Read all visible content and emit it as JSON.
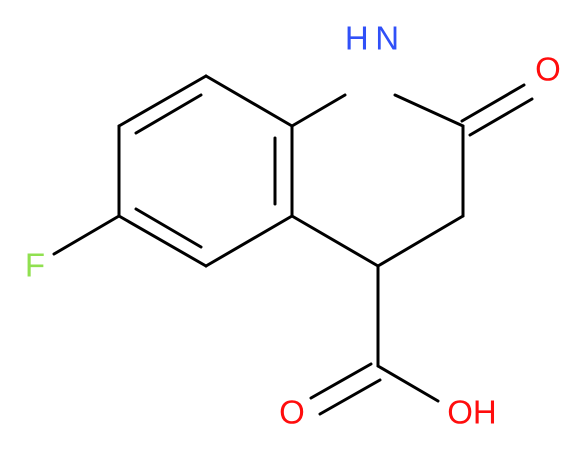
{
  "molecule": {
    "atoms": {
      "nh": {
        "label": "H N",
        "color": "#3050F8"
      },
      "ring_o": {
        "label": "O",
        "color": "#FF0D0D"
      },
      "f": {
        "label": "F",
        "color": "#90E050"
      },
      "acid_o": {
        "label": "O",
        "color": "#FF0D0D"
      },
      "oh": {
        "label": "OH",
        "color": "#FF0D0D"
      }
    }
  }
}
